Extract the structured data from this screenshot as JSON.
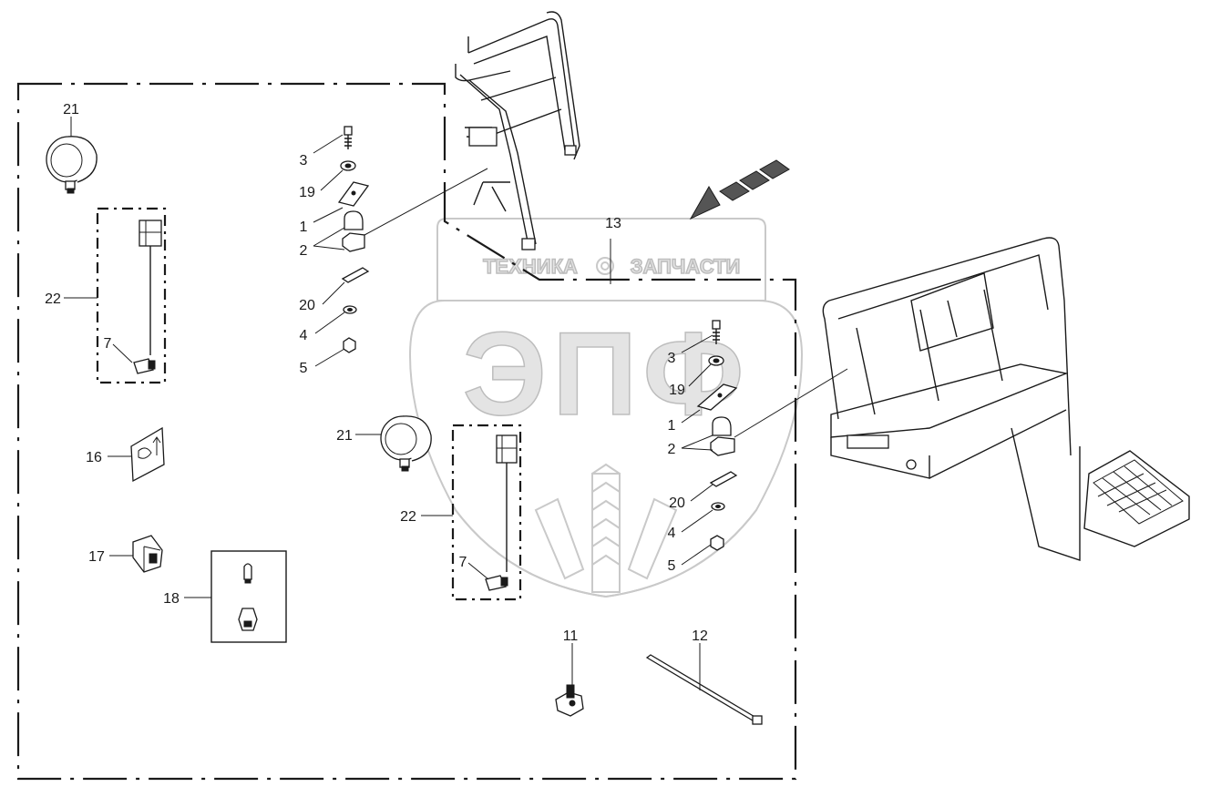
{
  "diagram": {
    "callouts": {
      "c21a": "21",
      "c22a": "22",
      "c7a": "7",
      "c16": "16",
      "c17": "17",
      "c18": "18",
      "c3a": "3",
      "c19a": "19",
      "c1a": "1",
      "c2a": "2",
      "c20a": "20",
      "c4a": "4",
      "c5a": "5",
      "c13": "13",
      "c3b": "3",
      "c19b": "19",
      "c1b": "1",
      "c2b": "2",
      "c20b": "20",
      "c4b": "4",
      "c5b": "5",
      "c21b": "21",
      "c22b": "22",
      "c7b": "7",
      "c11": "11",
      "c12": "12"
    },
    "watermark": {
      "logo": "ЭПФ",
      "caption_left": "ТЕХНИКА",
      "caption_right": "ЗАПЧАСТИ",
      "color": "#c9c9c9"
    },
    "line_color": "#1a1a1a"
  }
}
